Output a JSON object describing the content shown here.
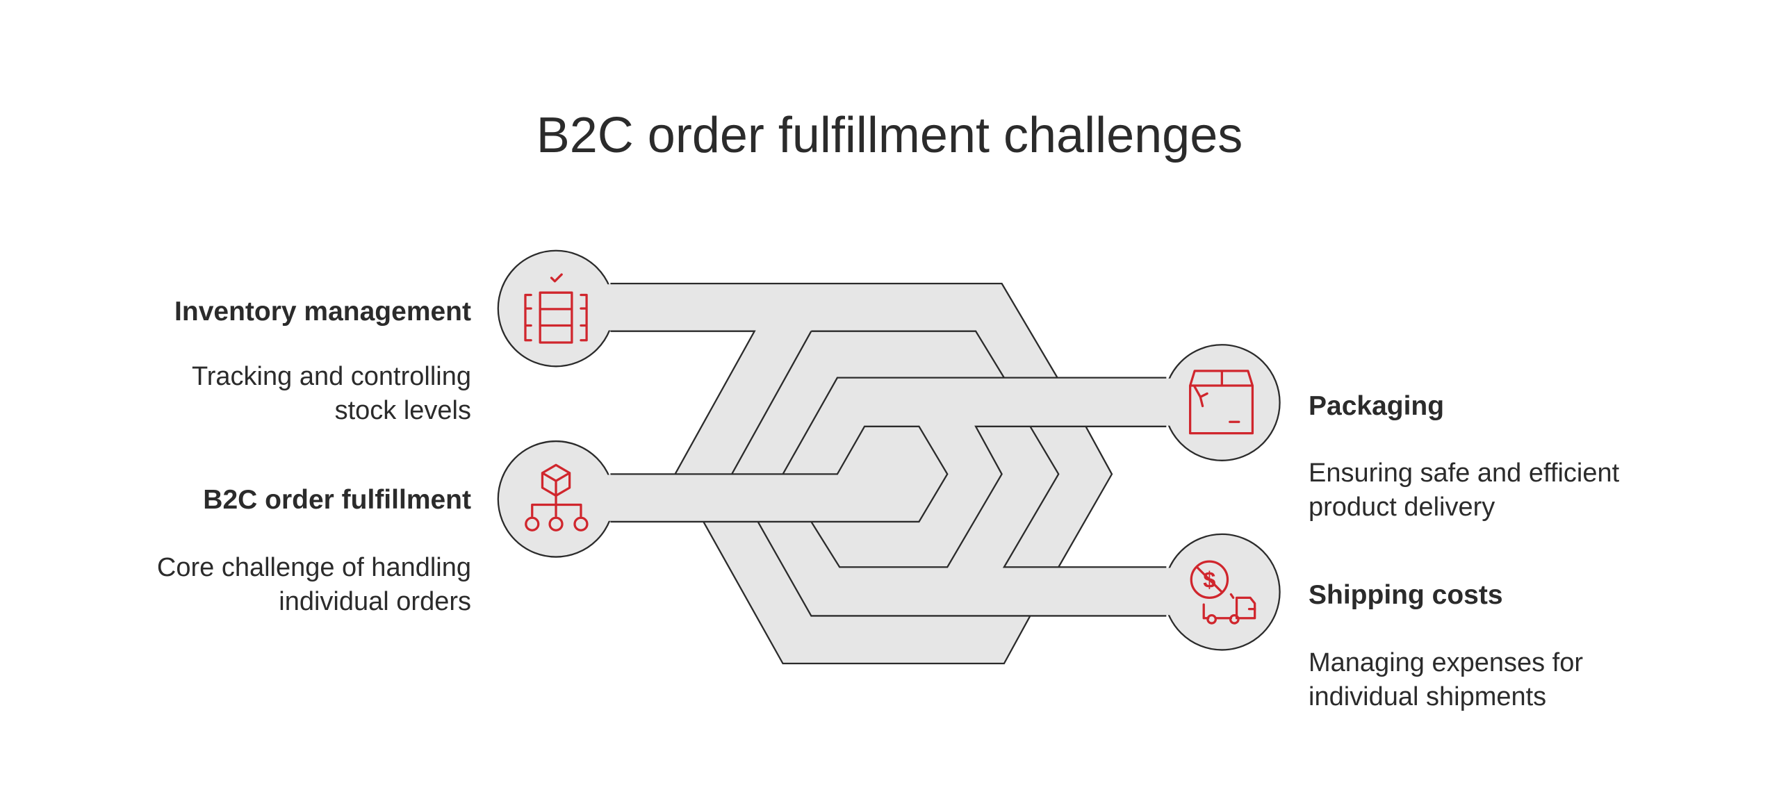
{
  "title": "B2C order fulfillment challenges",
  "colors": {
    "accent": "#d0262d",
    "band_fill": "#e6e6e6",
    "outline": "#2b2b2b"
  },
  "nodes": [
    {
      "heading": "Inventory management",
      "lines": [
        "Tracking and controlling",
        "stock levels"
      ],
      "icon": "inventory-shelf-icon"
    },
    {
      "heading": "B2C order fulfillment",
      "lines": [
        "Core challenge of handling",
        "individual orders"
      ],
      "icon": "box-distribution-icon"
    },
    {
      "heading": "Packaging",
      "lines": [
        "Ensuring safe and efficient",
        "product delivery"
      ],
      "icon": "package-icon"
    },
    {
      "heading": "Shipping costs",
      "lines": [
        "Managing expenses for",
        "individual shipments"
      ],
      "icon": "shipping-cost-truck-icon"
    }
  ]
}
